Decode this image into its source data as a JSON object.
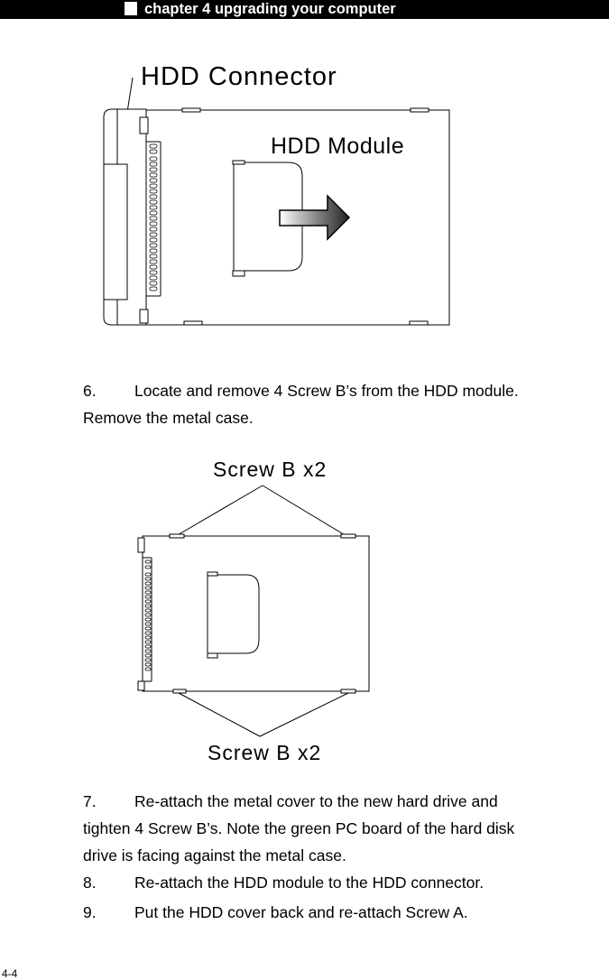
{
  "header": {
    "title": "chapter 4 upgrading your computer",
    "marker_icon": "white-square"
  },
  "figure1": {
    "label_connector": "HDD Connector",
    "label_module": "HDD Module",
    "arrow_icon": "arrow-right-gradient"
  },
  "steps": [
    {
      "number": "6.",
      "line1": "Locate and remove 4 Screw B’s from the HDD module.",
      "line2": "Remove the metal case."
    },
    {
      "number": "7.",
      "line1": "Re-attach the metal cover to the new hard drive and",
      "line2": "tighten 4 Screw B’s. Note the green PC board of the hard disk",
      "line3": "drive is facing against the metal case."
    },
    {
      "number": "8.",
      "line1": "Re-attach the HDD module to the HDD connector."
    },
    {
      "number": "9.",
      "line1": "Put the HDD cover back and re-attach Screw A."
    }
  ],
  "figure2": {
    "label_top": "Screw B x2",
    "label_bottom": "Screw B x2"
  },
  "footer": {
    "page_number": "4-4"
  }
}
